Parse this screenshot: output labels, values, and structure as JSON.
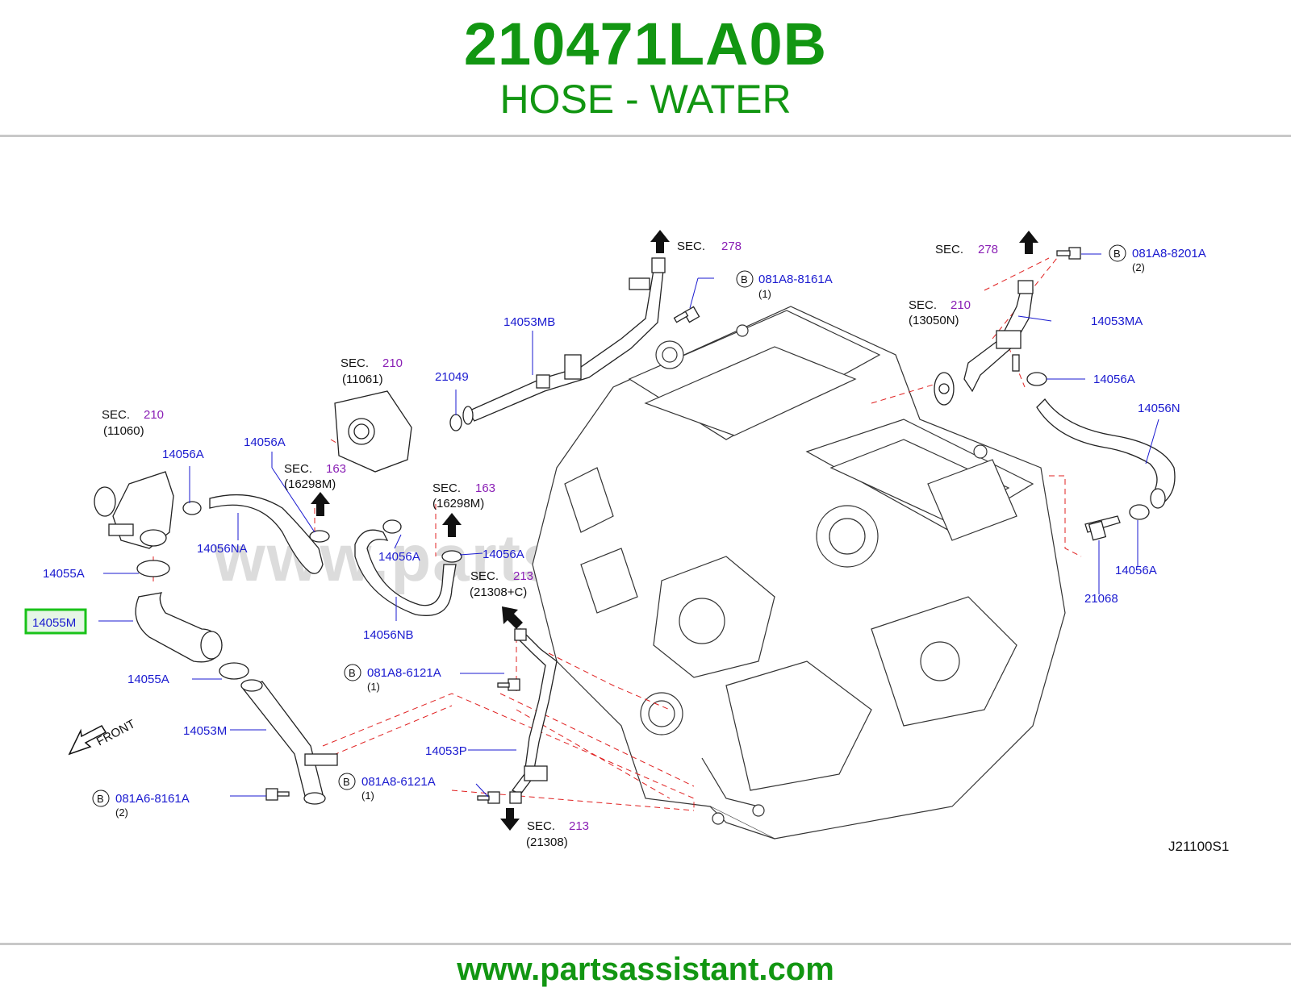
{
  "header": {
    "part_number": "210471LA0B",
    "part_description": "HOSE - WATER"
  },
  "footer": {
    "url": "www.partsassistant.com"
  },
  "diagram": {
    "watermark": "www.partsassistant.com",
    "diagram_code": "J21100S1",
    "front_label": "FRONT",
    "highlighted_part": "14055M",
    "labels": {
      "p14055M": "14055M",
      "p14055A_1": "14055A",
      "p14055A_2": "14055A",
      "p14053M": "14053M",
      "p14056A_1": "14056A",
      "p14056A_2": "14056A",
      "p14056A_3": "14056A",
      "p14056A_4": "14056A",
      "p14056A_5": "14056A",
      "p14056A_6": "14056A",
      "p14056NA": "14056NA",
      "p14056NB": "14056NB",
      "p14056N": "14056N",
      "p14053MB": "14053MB",
      "p14053MA": "14053MA",
      "p14053P": "14053P",
      "p21049": "21049",
      "p21068": "21068"
    },
    "bolts": {
      "b1_code": "081A8-8161A",
      "b1_qty": "(1)",
      "b2_code": "081A8-8201A",
      "b2_qty": "(2)",
      "b3_code": "081A8-6121A",
      "b3_qty": "(1)",
      "b4_code": "081A8-6121A",
      "b4_qty": "(1)",
      "b5_code": "081A6-8161A",
      "b5_qty": "(2)",
      "circle_letter": "B"
    },
    "sections": {
      "sec_word": "SEC.",
      "s1_num": "210",
      "s1_ref": "(11060)",
      "s2_num": "210",
      "s2_ref": "(11061)",
      "s3_num": "163",
      "s3_ref": "(16298M)",
      "s4_num": "163",
      "s4_ref": "(16298M)",
      "s5_num": "278",
      "s6_num": "278",
      "s7_num": "210",
      "s7_ref": "(13050N)",
      "s8_num": "213",
      "s8_ref": "(21308+C)",
      "s9_num": "213",
      "s9_ref": "(21308)"
    }
  }
}
